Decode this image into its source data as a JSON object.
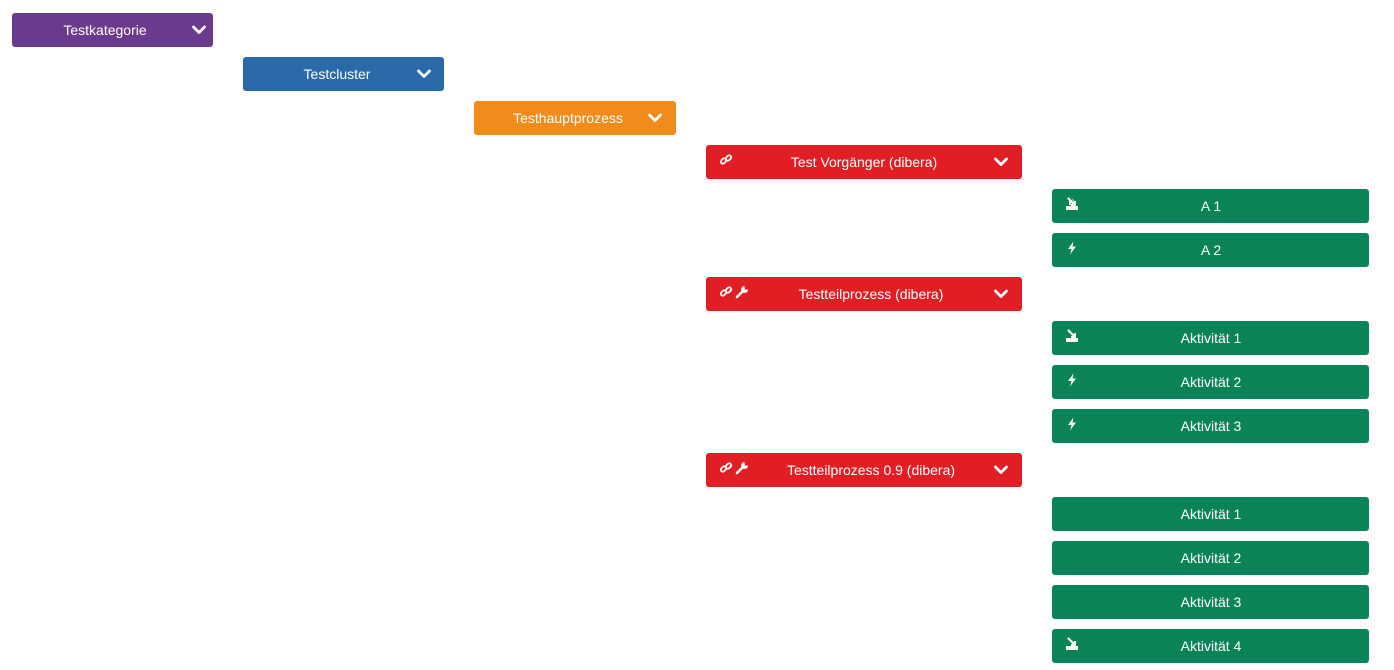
{
  "category": {
    "label": "Testkategorie"
  },
  "cluster": {
    "label": "Testcluster"
  },
  "main_process": {
    "label": "Testhauptprozess"
  },
  "processes": [
    {
      "label": "Test Vorgänger (dibera)",
      "icons": [
        "link-icon"
      ],
      "activities": [
        {
          "label": "A 1",
          "icon": "inbox-download-icon"
        },
        {
          "label": "A 2",
          "icon": "bolt-icon"
        }
      ]
    },
    {
      "label": "Testteilprozess (dibera)",
      "icons": [
        "link-icon",
        "wrench-icon"
      ],
      "activities": [
        {
          "label": "Aktivität 1",
          "icon": "inbox-download-icon"
        },
        {
          "label": "Aktivität 2",
          "icon": "bolt-icon"
        },
        {
          "label": "Aktivität 3",
          "icon": "bolt-icon"
        }
      ]
    },
    {
      "label": "Testteilprozess 0.9 (dibera)",
      "icons": [
        "link-icon",
        "wrench-icon"
      ],
      "activities": [
        {
          "label": "Aktivität 1",
          "icon": ""
        },
        {
          "label": "Aktivität 2",
          "icon": ""
        },
        {
          "label": "Aktivität 3",
          "icon": ""
        },
        {
          "label": "Aktivität 4",
          "icon": "inbox-download-icon"
        }
      ]
    }
  ],
  "colors": {
    "category": "#6b3a8d",
    "cluster": "#2b6aa8",
    "main_process": "#f08b1c",
    "sub_process": "#e01e24",
    "activity": "#0a8457"
  }
}
